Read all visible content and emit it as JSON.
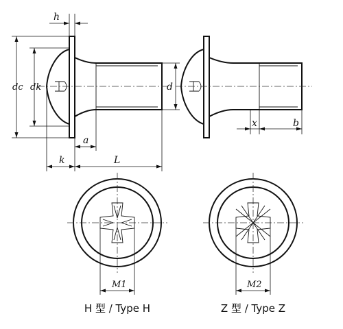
{
  "labels": {
    "h": "h",
    "dc": "dc",
    "dk": "dk",
    "d": "d",
    "a": "a",
    "k": "k",
    "L": "L",
    "x": "x",
    "b": "b",
    "m1": "M1",
    "m2": "M2"
  },
  "captions": {
    "type_h": "H 型 / Type H",
    "type_z": "Z 型 / Type Z"
  }
}
